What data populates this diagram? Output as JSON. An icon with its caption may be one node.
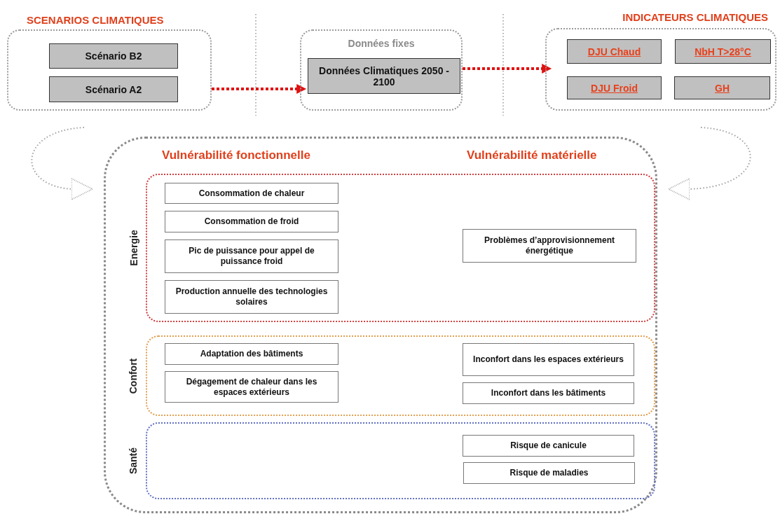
{
  "diagram": {
    "nodes": [
      {
        "text": [
          "SCENARIOS CLIMATIQUES"
        ]
      },
      {
        "text": [
          "Scénario B2"
        ],
        "in": 0
      },
      {
        "text": [
          "Scénario A2"
        ],
        "in": 0
      },
      {
        "text": [
          "Données fixes"
        ]
      },
      {
        "text": [
          "Données Climatiques 2050 - 2100"
        ],
        "in": 3
      },
      {
        "text": [
          "INDICATEURS CLIMATIQUES"
        ]
      },
      {
        "text": [
          "DJU Chaud"
        ],
        "in": 5
      },
      {
        "text": [
          "NbH T>28°C"
        ],
        "in": 5
      },
      {
        "text": [
          "DJU Froid"
        ],
        "in": 5
      },
      {
        "text": [
          "GH"
        ],
        "in": 5
      },
      {
        "text": [
          "Vulnérabilité fonctionnelle",
          "Vulnérabilité matérielle"
        ]
      },
      {
        "text": [
          "Energie"
        ],
        "in": 10
      },
      {
        "text": [
          "Consommation de chaleur"
        ],
        "in": 11
      },
      {
        "text": [
          "Consommation de froid"
        ],
        "in": 11
      },
      {
        "text": [
          "Pic de puissance pour appel de puissance froid"
        ],
        "in": 11
      },
      {
        "text": [
          "Production annuelle des technologies solaires"
        ],
        "in": 11
      },
      {
        "text": [
          "Problèmes d’approvisionnement énergétique"
        ],
        "in": 11
      },
      {
        "text": [
          "Confort"
        ],
        "in": 10
      },
      {
        "text": [
          "Adaptation des bâtiments"
        ],
        "in": 17
      },
      {
        "text": [
          "Dégagement de chaleur dans les espaces extérieurs"
        ],
        "in": 17
      },
      {
        "text": [
          "Inconfort dans les espaces extérieurs"
        ],
        "in": 17
      },
      {
        "text": [
          "Inconfort dans les bâtiments"
        ],
        "in": 17
      },
      {
        "text": [
          "Santé"
        ],
        "in": 10
      },
      {
        "text": [
          "Risque de canicule"
        ],
        "in": 22
      },
      {
        "text": [
          "Risque de maladies"
        ],
        "in": 22
      }
    ],
    "edges": [
      {
        "from": 0,
        "to": 3,
        "arrow": "to",
        "style": "dashed",
        "color": "#e01010"
      },
      {
        "from": 3,
        "to": 5,
        "arrow": "to",
        "style": "dashed",
        "color": "#e01010"
      },
      {
        "from": 0,
        "to": 10,
        "arrow": "to",
        "style": "dashed",
        "color": "#a0a0a0"
      },
      {
        "from": 5,
        "to": 10,
        "arrow": "to",
        "style": "dashed",
        "color": "#a0a0a0"
      }
    ]
  }
}
